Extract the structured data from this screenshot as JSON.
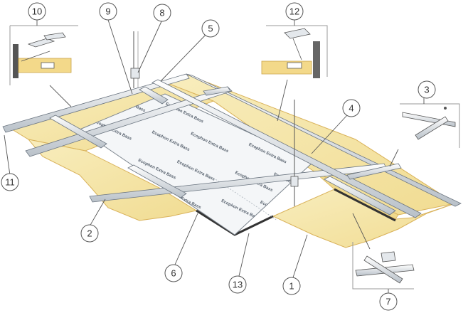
{
  "callouts": [
    {
      "id": "c10",
      "label": "10"
    },
    {
      "id": "c9",
      "label": "9"
    },
    {
      "id": "c8",
      "label": "8"
    },
    {
      "id": "c5",
      "label": "5"
    },
    {
      "id": "c12",
      "label": "12"
    },
    {
      "id": "c3",
      "label": "3"
    },
    {
      "id": "c4",
      "label": "4"
    },
    {
      "id": "c11",
      "label": "11"
    },
    {
      "id": "c2",
      "label": "2"
    },
    {
      "id": "c6",
      "label": "6"
    },
    {
      "id": "c13",
      "label": "13"
    },
    {
      "id": "c1",
      "label": "1"
    },
    {
      "id": "c7",
      "label": "7"
    }
  ],
  "tile_print": "Ecophon Extra Bass",
  "colors": {
    "panel_fill": "#f5e6a8",
    "panel_edge": "#d9b25a",
    "grid_metal": "#e4e8ec",
    "grid_edge": "#6b7580",
    "tile_face": "#f4f6f8",
    "tile_print": "#5a6470",
    "callout_line": "#555555"
  }
}
